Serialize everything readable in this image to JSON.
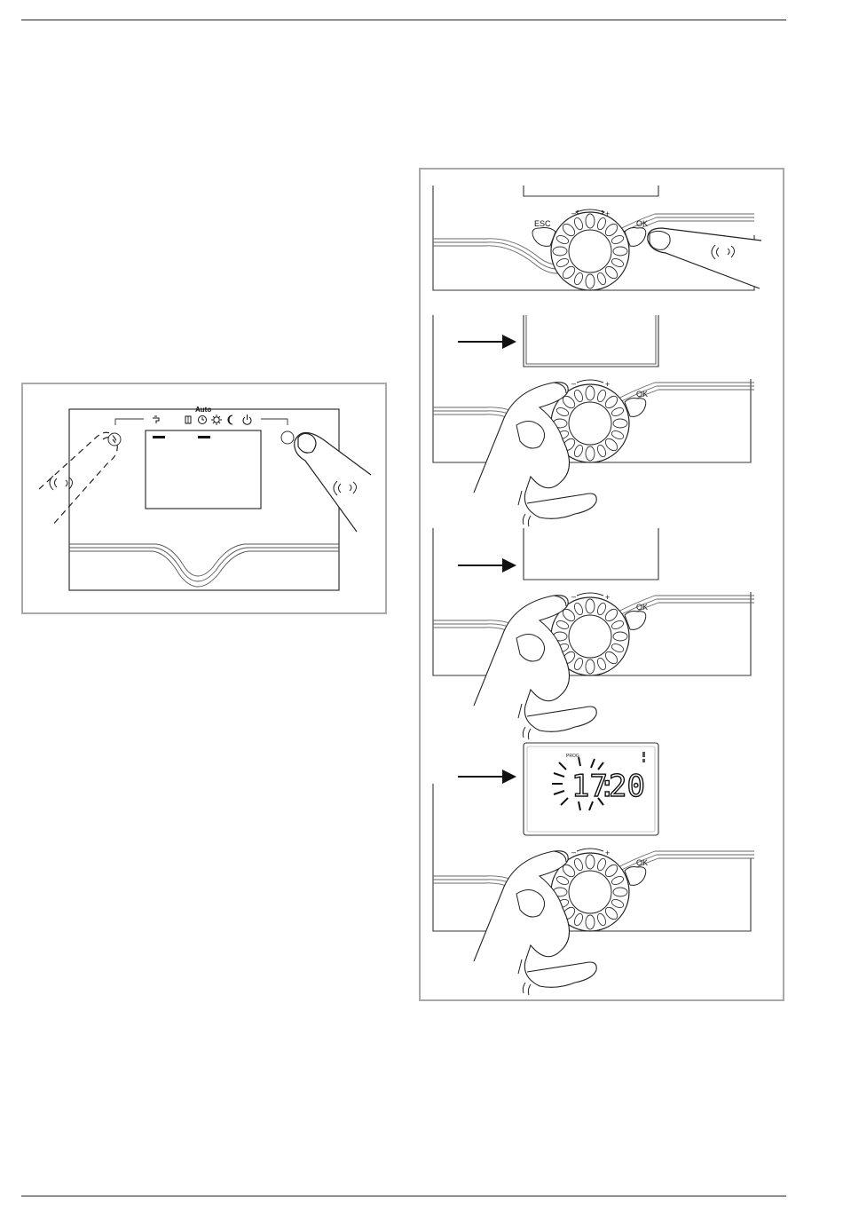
{
  "left_figure": {
    "auto_label": "Auto",
    "icons": [
      "tap-icon",
      "radiator-icon",
      "clock-icon",
      "sun-icon",
      "moon-icon",
      "power-icon"
    ]
  },
  "right_figure": {
    "esc_label": "ESC",
    "ok_label": "OK",
    "minus_label": "–",
    "plus_label": "+",
    "steps": [
      {
        "ok_label": "OK",
        "minus_label": "–",
        "plus_label": "+"
      },
      {
        "ok_label": "OK",
        "minus_label": "–",
        "plus_label": "+"
      },
      {
        "ok_label": "OK",
        "minus_label": "–",
        "plus_label": "+"
      }
    ],
    "display": {
      "hours": "17",
      "colon": ":",
      "minutes": "20",
      "small_label": "PROG"
    }
  }
}
